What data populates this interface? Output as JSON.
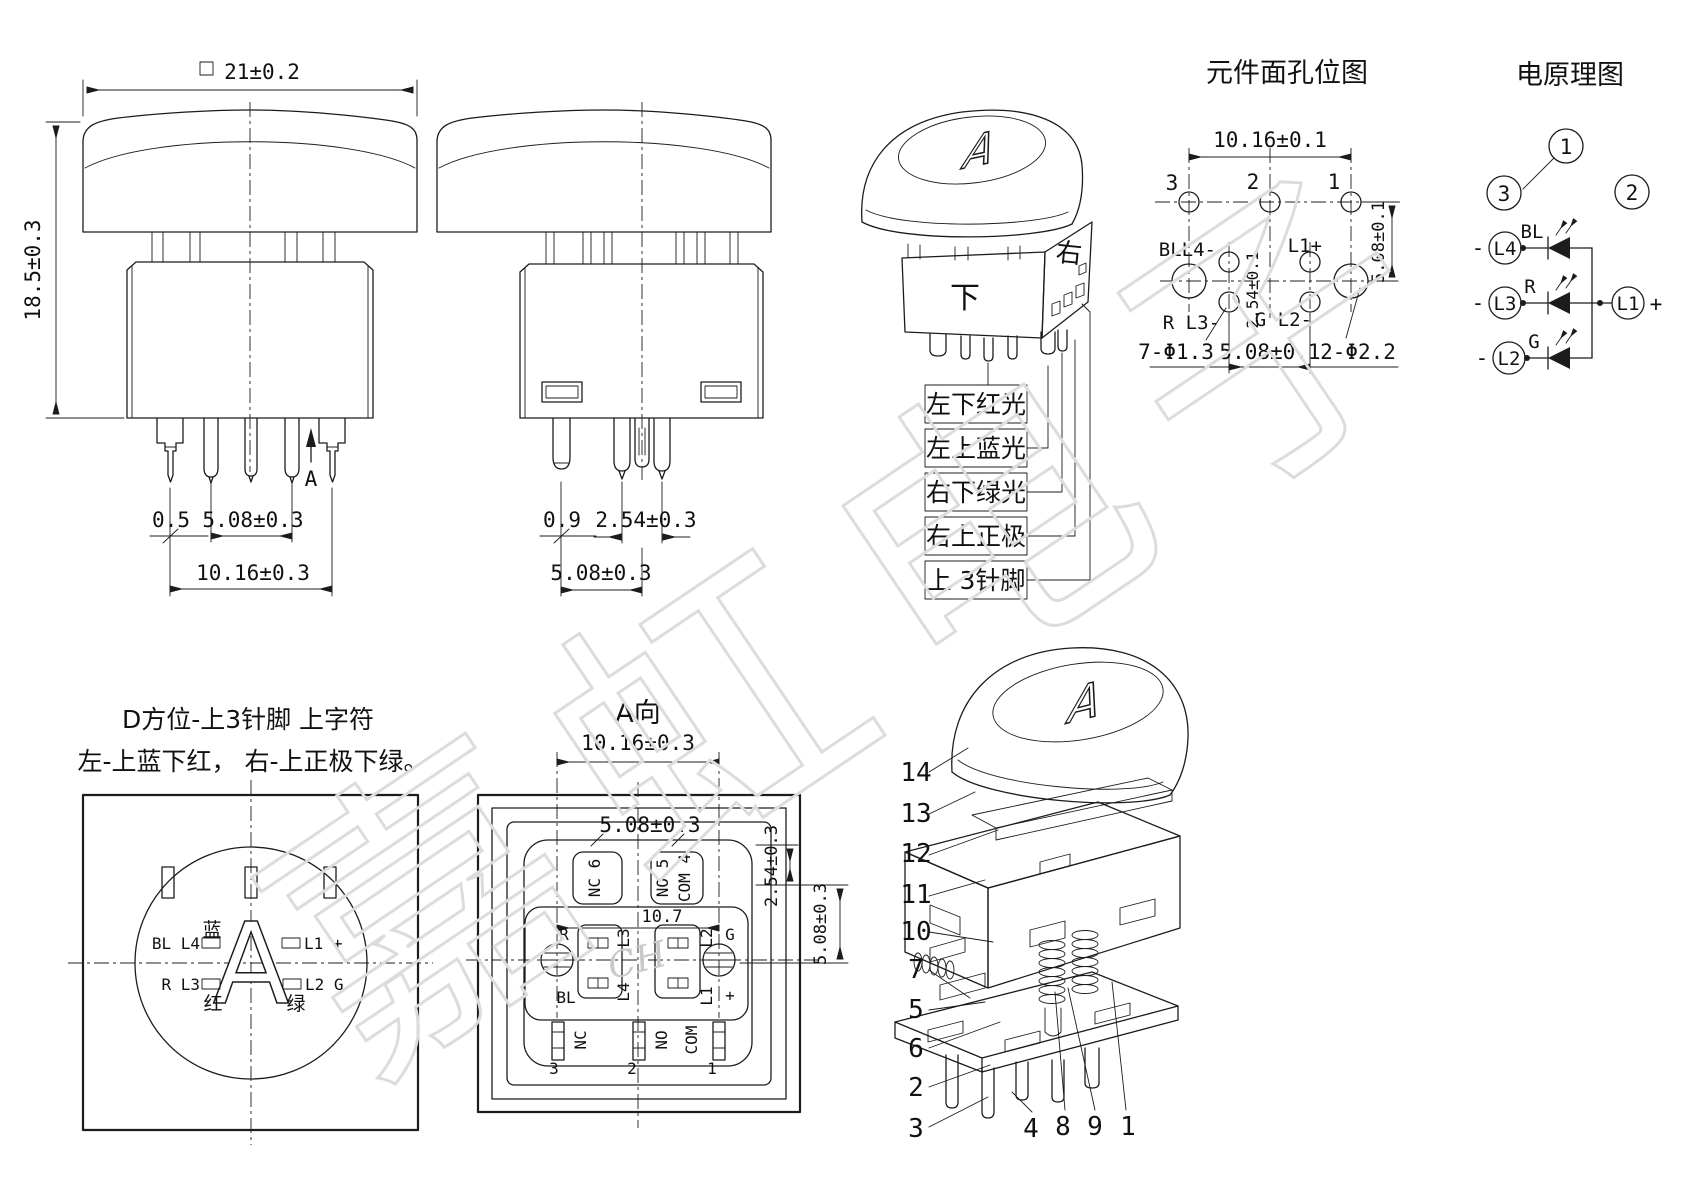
{
  "watermark": {
    "text": "嘉虹电子",
    "logo_script": "CH"
  },
  "front_view": {
    "dim_width": "21±0.2",
    "dim_height": "18.5±0.3",
    "dim_pin_width": "0.5",
    "dim_pin_pitch": "5.08±0.3",
    "dim_pin_span": "10.16±0.3",
    "view_arrow_label": "A"
  },
  "side_view": {
    "dim_pin_width": "0.9",
    "dim_pin_pitch": "2.54±0.3",
    "dim_pin_span": "5.08±0.3"
  },
  "iso_view": {
    "cap_letter": "A",
    "face_bottom_label": "下",
    "face_right_label": "右",
    "callouts": [
      "左下红光",
      "左上蓝光",
      "右下绿光",
      "右上正极",
      "上 3针脚"
    ]
  },
  "hole_map": {
    "title": "元件面孔位图",
    "dim_top": "10.16±0.1",
    "hole_numbers": [
      "3",
      "2",
      "1"
    ],
    "label_top_left": "BLL4-",
    "label_top_right": "L1+",
    "label_bottom_left": "R L3-",
    "label_bottom_right": "G L2-",
    "dim_pitch_small": "2.54±0.1",
    "dim_small_holes": "7-Φ1.3",
    "dim_bottom": "5.08±0.1",
    "dim_large_holes": "2-Φ2.2",
    "dim_right": "5.08±0.1"
  },
  "schematic": {
    "title": "电原理图",
    "node_1": "1",
    "node_3": "3",
    "node_2": "2",
    "minus": "-",
    "plus": "+",
    "common_terminal": "L1",
    "leds": [
      {
        "terminal": "L4",
        "color_code": "BL"
      },
      {
        "terminal": "L3",
        "color_code": "R"
      },
      {
        "terminal": "L2",
        "color_code": "G"
      }
    ]
  },
  "orientation_note": {
    "line1": "D方位-上3针脚 上字符",
    "line2": "左-上蓝下红， 右-上正极下绿。"
  },
  "top_view": {
    "cap_letter": "A",
    "label_blue": "蓝",
    "label_bl_l4": "BL L4",
    "label_l1_plus": "L1 +",
    "label_r_l3": "R L3",
    "label_red": "红",
    "label_l2_g": "L2 G",
    "label_green": "绿"
  },
  "view_a": {
    "title": "A向",
    "dim_top": "10.16±0.3",
    "dim_slots": "5.08±0.3",
    "dim_inner": "10.7",
    "dim_right_small": "2.54±0.3",
    "dim_right_large": "5.08±0.3",
    "top_slots": [
      "NC 6",
      "NO 5",
      "COM 4"
    ],
    "bottom_labels": [
      "NC",
      "NO",
      "COM"
    ],
    "bottom_numbers": [
      "3",
      "2",
      "1"
    ],
    "terminal_labels": {
      "r": "R",
      "l3": "L3",
      "l2": "L2",
      "g": "G",
      "bl": "BL",
      "l4": "L4",
      "l1": "L1",
      "plus": "+"
    }
  },
  "exploded_view": {
    "cap_letter": "A",
    "left_part_numbers": [
      "14",
      "13",
      "12",
      "11",
      "10",
      "7",
      "5",
      "6",
      "2",
      "3"
    ],
    "bottom_part_numbers": [
      "4",
      "8",
      "9",
      "1"
    ]
  }
}
